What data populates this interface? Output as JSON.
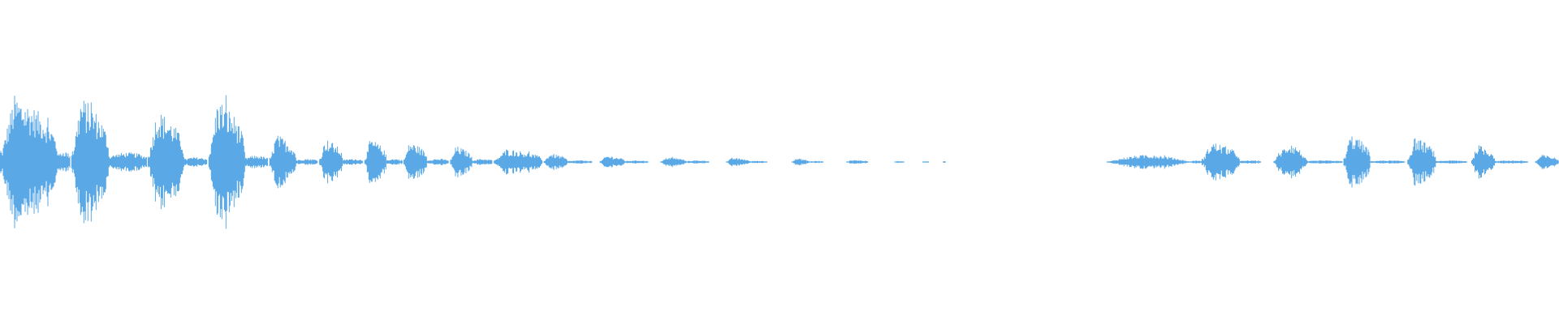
{
  "waveform": {
    "color": "#5aa9e6",
    "segments": [
      {
        "start": 0.0,
        "end": 0.037,
        "amp": 0.46,
        "shape": "burst"
      },
      {
        "start": 0.037,
        "end": 0.045,
        "amp": 0.07,
        "shape": "tail"
      },
      {
        "start": 0.046,
        "end": 0.07,
        "amp": 0.45,
        "shape": "burst"
      },
      {
        "start": 0.07,
        "end": 0.094,
        "amp": 0.06,
        "shape": "tail"
      },
      {
        "start": 0.095,
        "end": 0.118,
        "amp": 0.36,
        "shape": "burst"
      },
      {
        "start": 0.118,
        "end": 0.133,
        "amp": 0.03,
        "shape": "tail"
      },
      {
        "start": 0.134,
        "end": 0.157,
        "amp": 0.44,
        "shape": "burst"
      },
      {
        "start": 0.157,
        "end": 0.172,
        "amp": 0.04,
        "shape": "tail"
      },
      {
        "start": 0.173,
        "end": 0.19,
        "amp": 0.19,
        "shape": "burst"
      },
      {
        "start": 0.19,
        "end": 0.204,
        "amp": 0.02,
        "shape": "tail"
      },
      {
        "start": 0.205,
        "end": 0.22,
        "amp": 0.16,
        "shape": "burst"
      },
      {
        "start": 0.22,
        "end": 0.233,
        "amp": 0.02,
        "shape": "tail"
      },
      {
        "start": 0.234,
        "end": 0.248,
        "amp": 0.16,
        "shape": "burst"
      },
      {
        "start": 0.248,
        "end": 0.258,
        "amp": 0.02,
        "shape": "tail"
      },
      {
        "start": 0.259,
        "end": 0.274,
        "amp": 0.14,
        "shape": "burst"
      },
      {
        "start": 0.274,
        "end": 0.288,
        "amp": 0.02,
        "shape": "tail"
      },
      {
        "start": 0.289,
        "end": 0.303,
        "amp": 0.11,
        "shape": "burst"
      },
      {
        "start": 0.303,
        "end": 0.316,
        "amp": 0.02,
        "shape": "tail"
      },
      {
        "start": 0.317,
        "end": 0.348,
        "amp": 0.09,
        "shape": "burst"
      },
      {
        "start": 0.349,
        "end": 0.364,
        "amp": 0.06,
        "shape": "burst"
      },
      {
        "start": 0.364,
        "end": 0.38,
        "amp": 0.01,
        "shape": "tail"
      },
      {
        "start": 0.385,
        "end": 0.401,
        "amp": 0.045,
        "shape": "burst"
      },
      {
        "start": 0.401,
        "end": 0.416,
        "amp": 0.01,
        "shape": "tail"
      },
      {
        "start": 0.424,
        "end": 0.44,
        "amp": 0.035,
        "shape": "burst"
      },
      {
        "start": 0.44,
        "end": 0.455,
        "amp": 0.01,
        "shape": "tail"
      },
      {
        "start": 0.466,
        "end": 0.481,
        "amp": 0.03,
        "shape": "burst"
      },
      {
        "start": 0.481,
        "end": 0.492,
        "amp": 0.008,
        "shape": "tail"
      },
      {
        "start": 0.508,
        "end": 0.519,
        "amp": 0.025,
        "shape": "burst"
      },
      {
        "start": 0.519,
        "end": 0.528,
        "amp": 0.006,
        "shape": "tail"
      },
      {
        "start": 0.543,
        "end": 0.557,
        "amp": 0.015,
        "shape": "burst"
      },
      {
        "start": 0.574,
        "end": 0.58,
        "amp": 0.008,
        "shape": "burst"
      },
      {
        "start": 0.592,
        "end": 0.596,
        "amp": 0.006,
        "shape": "burst"
      },
      {
        "start": 0.605,
        "end": 0.607,
        "amp": 0.006,
        "shape": "burst"
      },
      {
        "start": 0.71,
        "end": 0.764,
        "amp": 0.045,
        "shape": "swell"
      },
      {
        "start": 0.764,
        "end": 0.771,
        "amp": 0.01,
        "shape": "tail"
      },
      {
        "start": 0.771,
        "end": 0.795,
        "amp": 0.14,
        "shape": "burst"
      },
      {
        "start": 0.795,
        "end": 0.809,
        "amp": 0.01,
        "shape": "tail"
      },
      {
        "start": 0.817,
        "end": 0.839,
        "amp": 0.11,
        "shape": "swell"
      },
      {
        "start": 0.839,
        "end": 0.861,
        "amp": 0.01,
        "shape": "tail"
      },
      {
        "start": 0.862,
        "end": 0.879,
        "amp": 0.19,
        "shape": "burst"
      },
      {
        "start": 0.879,
        "end": 0.901,
        "amp": 0.01,
        "shape": "tail"
      },
      {
        "start": 0.903,
        "end": 0.921,
        "amp": 0.17,
        "shape": "burst"
      },
      {
        "start": 0.921,
        "end": 0.941,
        "amp": 0.01,
        "shape": "tail"
      },
      {
        "start": 0.944,
        "end": 0.959,
        "amp": 0.12,
        "shape": "burst"
      },
      {
        "start": 0.959,
        "end": 0.98,
        "amp": 0.01,
        "shape": "tail"
      },
      {
        "start": 0.985,
        "end": 1.0,
        "amp": 0.05,
        "shape": "burst"
      }
    ]
  }
}
